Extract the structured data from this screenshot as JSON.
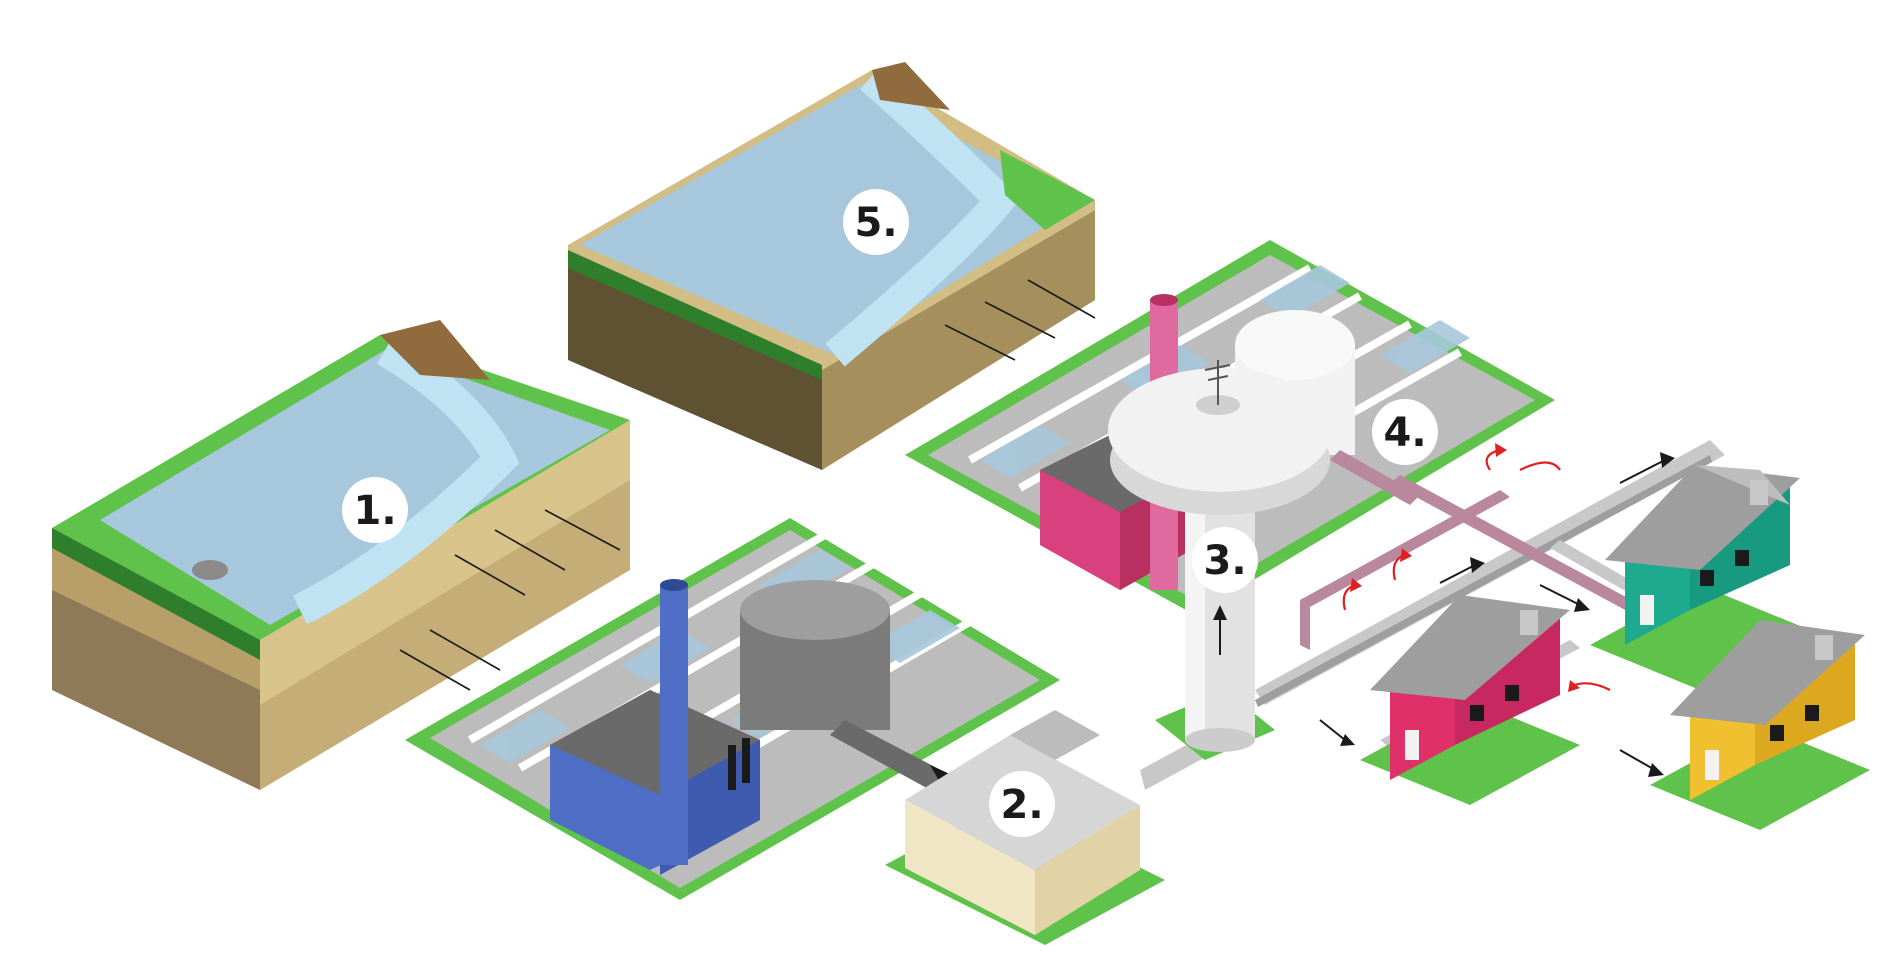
{
  "stages": [
    {
      "id": "groundwater-source",
      "label": "1."
    },
    {
      "id": "pump-station",
      "label": "2."
    },
    {
      "id": "water-tower",
      "label": "3."
    },
    {
      "id": "wastewater-treatment",
      "label": "4."
    },
    {
      "id": "receiving-lake",
      "label": "5."
    }
  ],
  "colors": {
    "water": "#a7c8dc",
    "water_light": "#bfe3f2",
    "grass": "#5fc24a",
    "grass_dark": "#2f7e2c",
    "soil_top": "#d8c48a",
    "soil_mid": "#b89f6a",
    "soil_deep": "#8f7a57",
    "plant_blue": "#4f6fc6",
    "plant_pink": "#d8417d",
    "pipe_grey": "#c8c8c8",
    "pipe_mauve": "#b9889c",
    "flow_red": "#e02020",
    "house_green": "#1eaa8e",
    "house_pink": "#e0306a",
    "house_yellow": "#f0c030",
    "roof_grey": "#9e9e9e"
  }
}
